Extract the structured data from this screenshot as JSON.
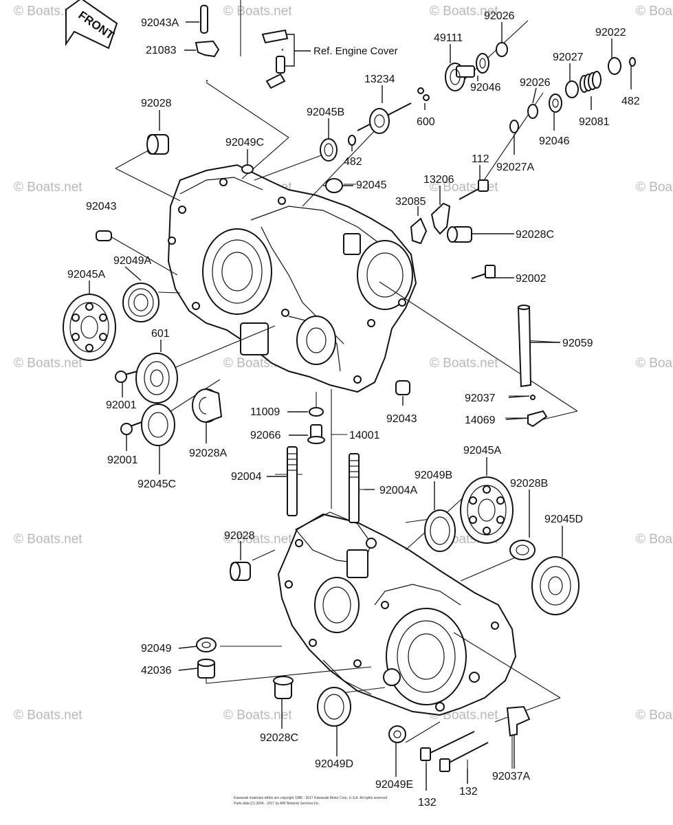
{
  "front_arrow": {
    "label": "FRONT"
  },
  "reference_note": "Ref. Engine Cover",
  "watermark": "© Boats.net",
  "copyright": [
    "Kawasaki materials within are copyright 1986 - 2017 Kawasaki Motor Corp. U.S.A. All rights reserved",
    "Parts data (C) 2004 - 2017 by ARI Network Services Inc."
  ],
  "labels": {
    "p92043A": "92043A",
    "p21083": "21083",
    "p92028_top": "92028",
    "p92049C": "92049C",
    "p92045B": "92045B",
    "p482_mid": "482",
    "p13234": "13234",
    "p600": "600",
    "p49111": "49111",
    "p92026_top": "92026",
    "p92046_a": "92046",
    "p92026_mid": "92026",
    "p92046_b": "92046",
    "p92027": "92027",
    "p92081": "92081",
    "p92022": "92022",
    "p482_right": "482",
    "p112": "112",
    "p92027A": "92027A",
    "p92045": "92045",
    "p13206": "13206",
    "p32085": "32085",
    "p92028C_top": "92028C",
    "p92002": "92002",
    "p92043_left": "92043",
    "p92049A": "92049A",
    "p92045A_left": "92045A",
    "p601": "601",
    "p92001_a": "92001",
    "p92001_b": "92001",
    "p92045C": "92045C",
    "p92028A": "92028A",
    "p11009": "11009",
    "p92066": "92066",
    "p14001": "14001",
    "p92043_mid": "92043",
    "p92059": "92059",
    "p92037": "92037",
    "p14069": "14069",
    "p92004": "92004",
    "p92004A": "92004A",
    "p92045A_right": "92045A",
    "p92049B": "92049B",
    "p92028B": "92028B",
    "p92045D": "92045D",
    "p92028_low": "92028",
    "p92049": "92049",
    "p42036": "42036",
    "p92028C_low": "92028C",
    "p92049D": "92049D",
    "p92049E": "92049E",
    "p132_a": "132",
    "p132_b": "132",
    "p92037A": "92037A"
  }
}
